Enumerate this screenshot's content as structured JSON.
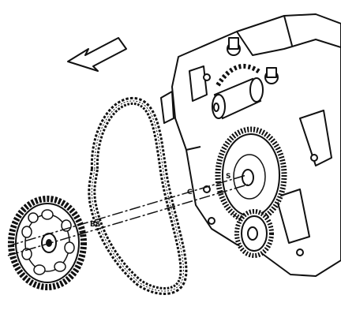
{
  "labels": {
    "small_sprocket_mark": "BS",
    "cam_sprocket_mark": "C",
    "crank_mark_letter": "S"
  },
  "icons": {
    "direction_arrow": "arrow-left-icon"
  },
  "colors": {
    "ink": "#111111",
    "paper": "#ffffff"
  }
}
